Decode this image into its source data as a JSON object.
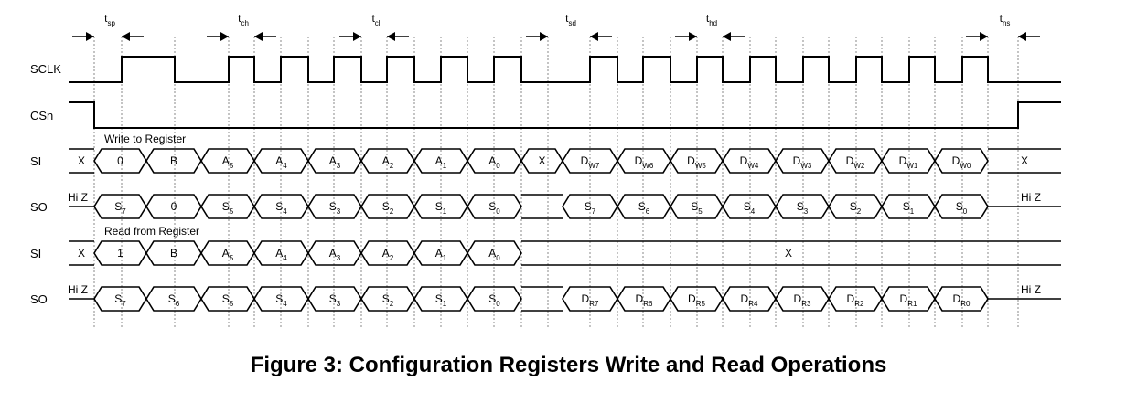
{
  "caption": "Figure 3: Configuration Registers Write and Read Operations",
  "timing_params": [
    {
      "base": "t",
      "sub": "sp"
    },
    {
      "base": "t",
      "sub": "ch"
    },
    {
      "base": "t",
      "sub": "cl"
    },
    {
      "base": "t",
      "sub": "sd"
    },
    {
      "base": "t",
      "sub": "hd"
    },
    {
      "base": "t",
      "sub": "ns"
    }
  ],
  "rows": [
    {
      "label": "SCLK",
      "kind": "clock"
    },
    {
      "label": "CSn",
      "kind": "cs"
    },
    {
      "label": "SI",
      "kind": "bus",
      "note": "Write to Register",
      "pre": "X",
      "post": "X",
      "cells": [
        [
          "0",
          ""
        ],
        [
          "B",
          ""
        ],
        [
          "A",
          "5"
        ],
        [
          "A",
          "4"
        ],
        [
          "A",
          "3"
        ],
        [
          "A",
          "2"
        ],
        [
          "A",
          "1"
        ],
        [
          "A",
          "0"
        ],
        [
          "X",
          ""
        ],
        [
          "D",
          "W7"
        ],
        [
          "D",
          "W6"
        ],
        [
          "D",
          "W5"
        ],
        [
          "D",
          "W4"
        ],
        [
          "D",
          "W3"
        ],
        [
          "D",
          "W2"
        ],
        [
          "D",
          "W1"
        ],
        [
          "D",
          "W0"
        ]
      ]
    },
    {
      "label": "SO",
      "kind": "bus",
      "pre": "Hi Z",
      "post": "Hi Z",
      "cells": [
        [
          "S",
          "7"
        ],
        [
          "0",
          ""
        ],
        [
          "S",
          "5"
        ],
        [
          "S",
          "4"
        ],
        [
          "S",
          "3"
        ],
        [
          "S",
          "2"
        ],
        [
          "S",
          "1"
        ],
        [
          "S",
          "0"
        ],
        null,
        [
          "S",
          "7"
        ],
        [
          "S",
          "6"
        ],
        [
          "S",
          "5"
        ],
        [
          "S",
          "4"
        ],
        [
          "S",
          "3"
        ],
        [
          "S",
          "2"
        ],
        [
          "S",
          "1"
        ],
        [
          "S",
          "0"
        ]
      ]
    },
    {
      "label": "SI",
      "kind": "bus",
      "note": "Read from Register",
      "pre": "X",
      "tail": "X",
      "cells": [
        [
          "1",
          ""
        ],
        [
          "B",
          ""
        ],
        [
          "A",
          "5"
        ],
        [
          "A",
          "4"
        ],
        [
          "A",
          "3"
        ],
        [
          "A",
          "2"
        ],
        [
          "A",
          "1"
        ],
        [
          "A",
          "0"
        ]
      ]
    },
    {
      "label": "SO",
      "kind": "bus",
      "pre": "Hi Z",
      "post": "Hi Z",
      "cells": [
        [
          "S",
          "7"
        ],
        [
          "S",
          "6"
        ],
        [
          "S",
          "5"
        ],
        [
          "S",
          "4"
        ],
        [
          "S",
          "3"
        ],
        [
          "S",
          "2"
        ],
        [
          "S",
          "1"
        ],
        [
          "S",
          "0"
        ],
        null,
        [
          "D",
          "R7"
        ],
        [
          "D",
          "R6"
        ],
        [
          "D",
          "R5"
        ],
        [
          "D",
          "R4"
        ],
        [
          "D",
          "R3"
        ],
        [
          "D",
          "R2"
        ],
        [
          "D",
          "R1"
        ],
        [
          "D",
          "R0"
        ]
      ]
    }
  ]
}
